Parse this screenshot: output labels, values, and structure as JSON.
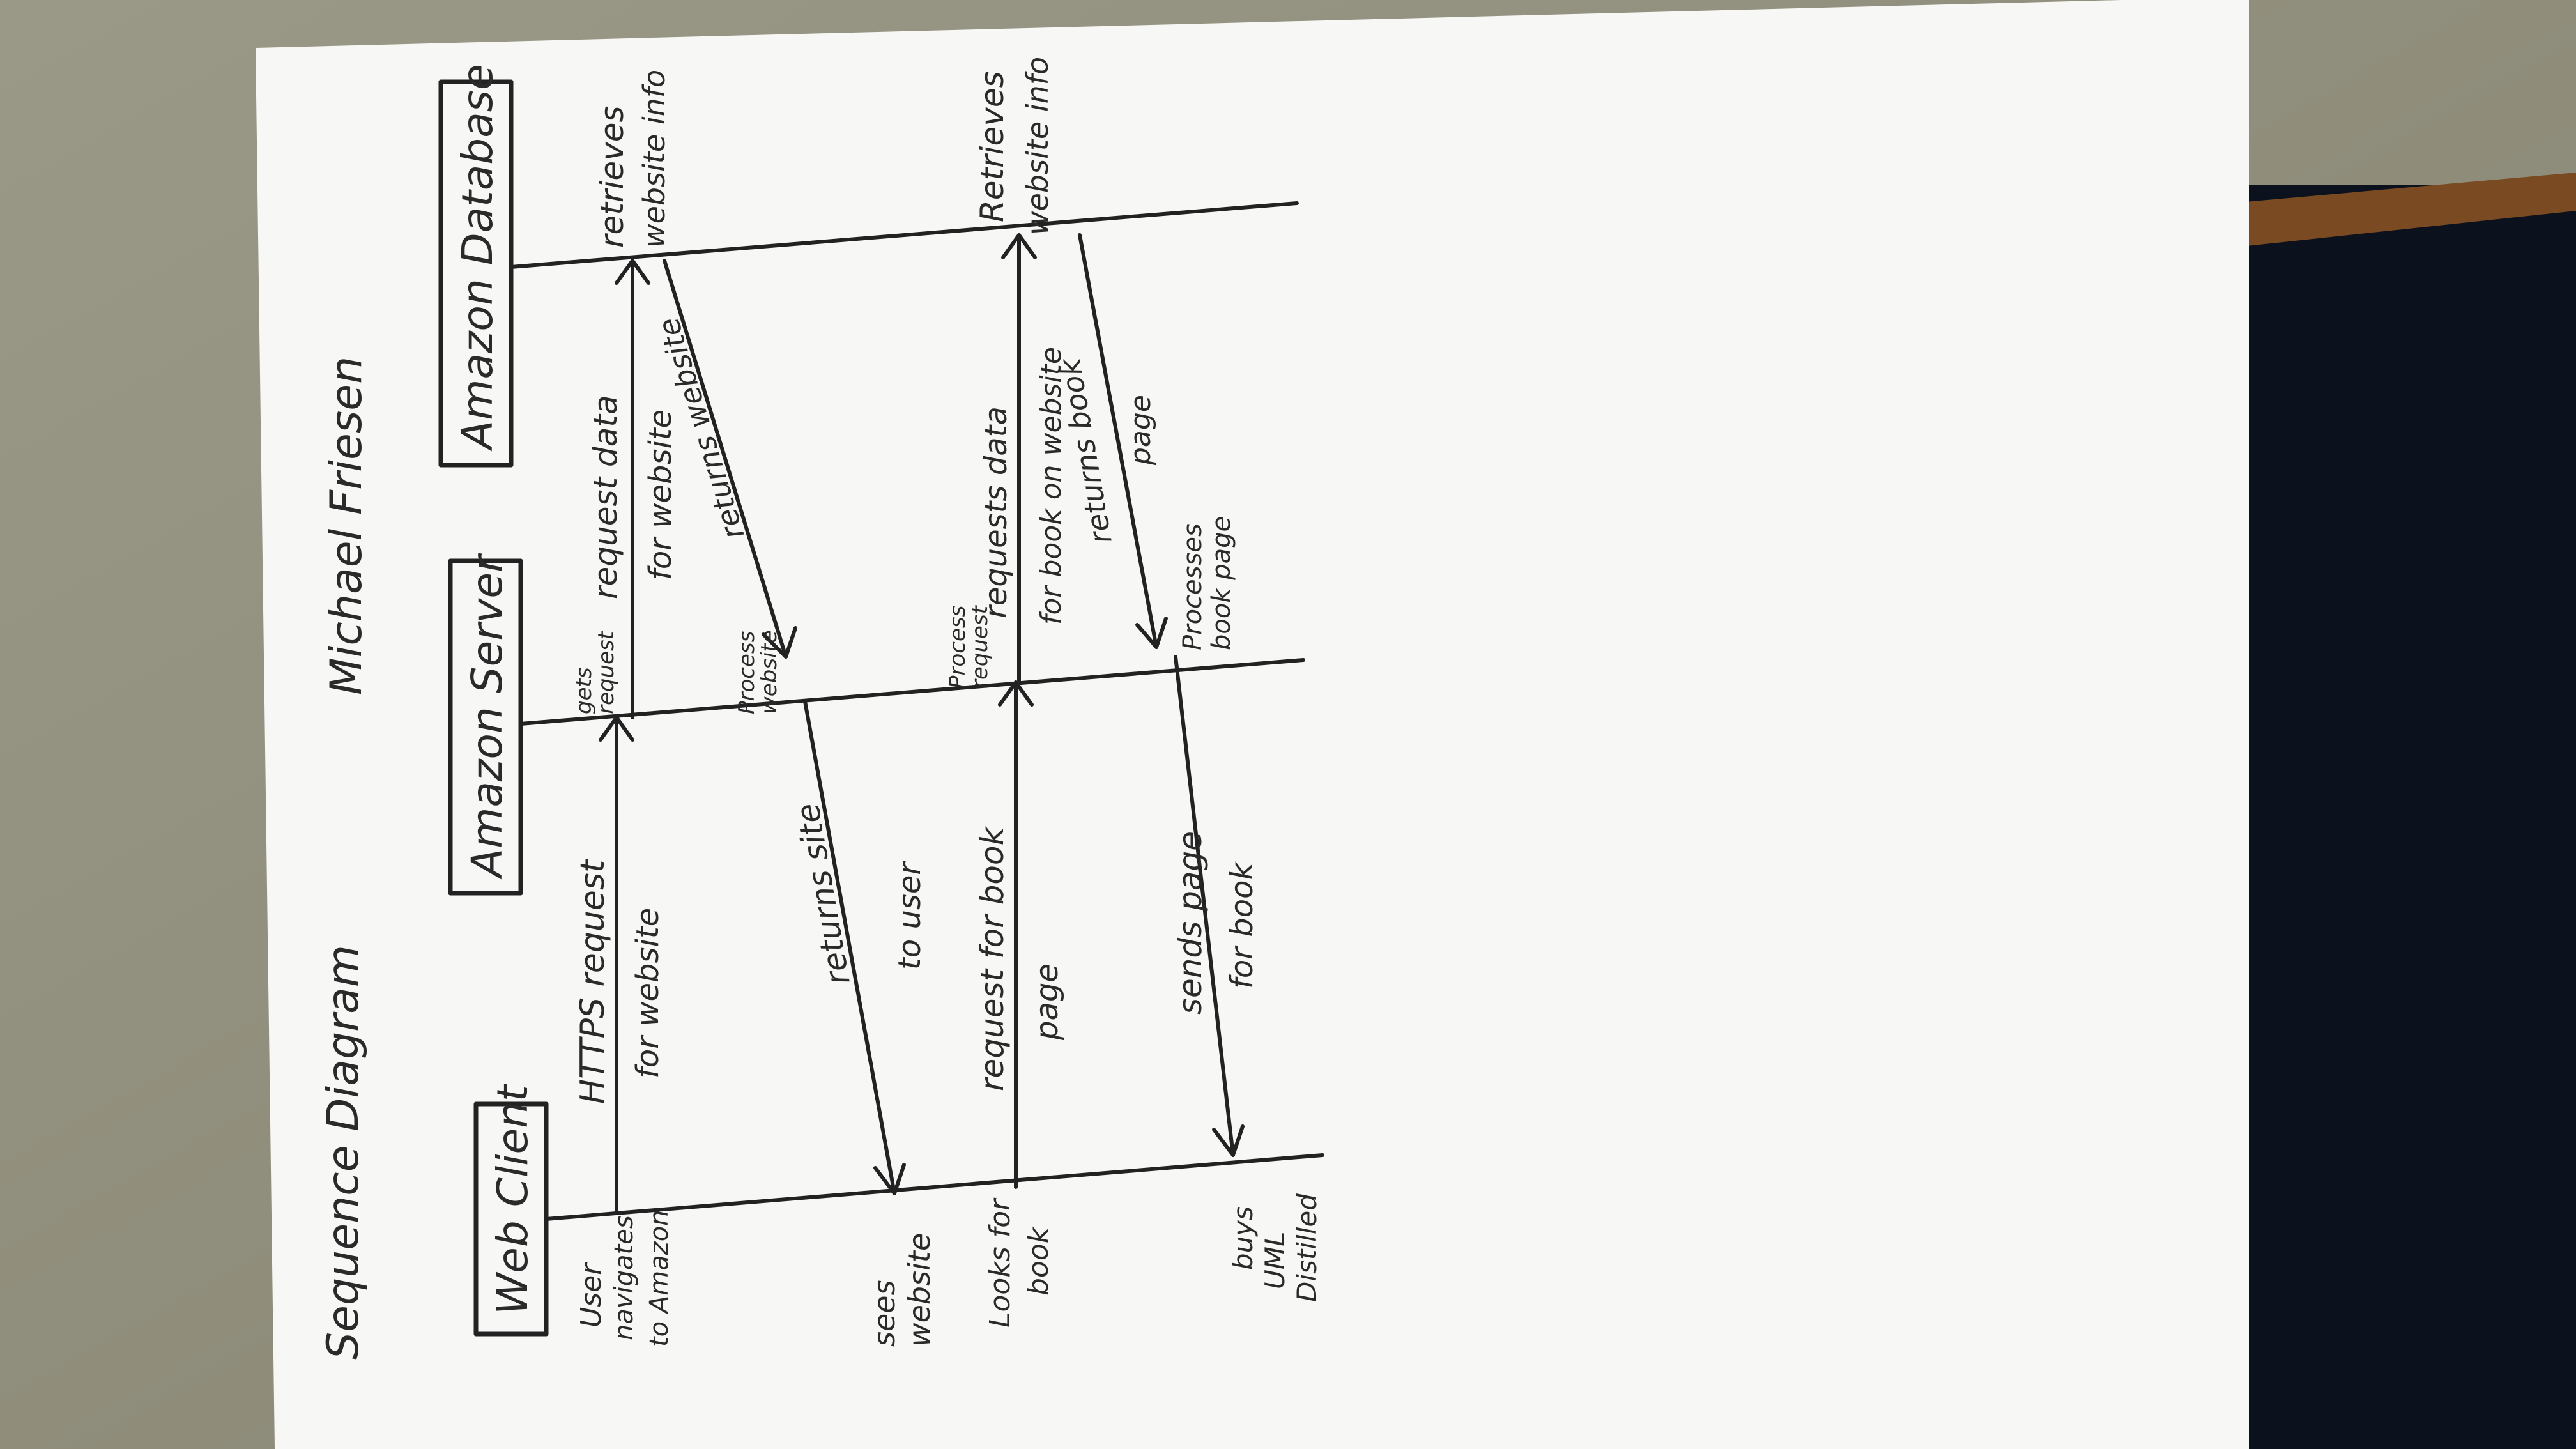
{
  "page": {
    "title": "Sequence Diagram",
    "author": "Michael Friesen"
  },
  "participants": [
    {
      "label": "Web Client"
    },
    {
      "label": "Amazon Server"
    },
    {
      "label": "Amazon Database"
    }
  ],
  "messages": [
    {
      "lines": [
        "HTTPS request",
        "for website"
      ]
    },
    {
      "lines": [
        "gets",
        "request"
      ]
    },
    {
      "lines": [
        "request data",
        "for website"
      ]
    },
    {
      "lines": [
        "retrieves",
        "website info"
      ]
    },
    {
      "lines": [
        "returns website"
      ]
    },
    {
      "lines": [
        "Process",
        "website"
      ]
    },
    {
      "lines": [
        "returns site",
        "to user"
      ]
    },
    {
      "lines": [
        "request for book",
        "page"
      ]
    },
    {
      "lines": [
        "Process",
        "request"
      ]
    },
    {
      "lines": [
        "requests data",
        "for book on website"
      ]
    },
    {
      "lines": [
        "Retrieves",
        "website info"
      ]
    },
    {
      "lines": [
        "returns book",
        "page"
      ]
    },
    {
      "lines": [
        "Processes",
        "book page"
      ]
    },
    {
      "lines": [
        "sends page",
        "for book"
      ]
    }
  ],
  "notes": [
    {
      "lines": [
        "User",
        "navigates",
        "to Amazon"
      ]
    },
    {
      "lines": [
        "sees",
        "website"
      ]
    },
    {
      "lines": [
        "Looks for",
        "book"
      ]
    },
    {
      "lines": [
        "buys",
        "UML",
        "Distilled"
      ]
    }
  ]
}
